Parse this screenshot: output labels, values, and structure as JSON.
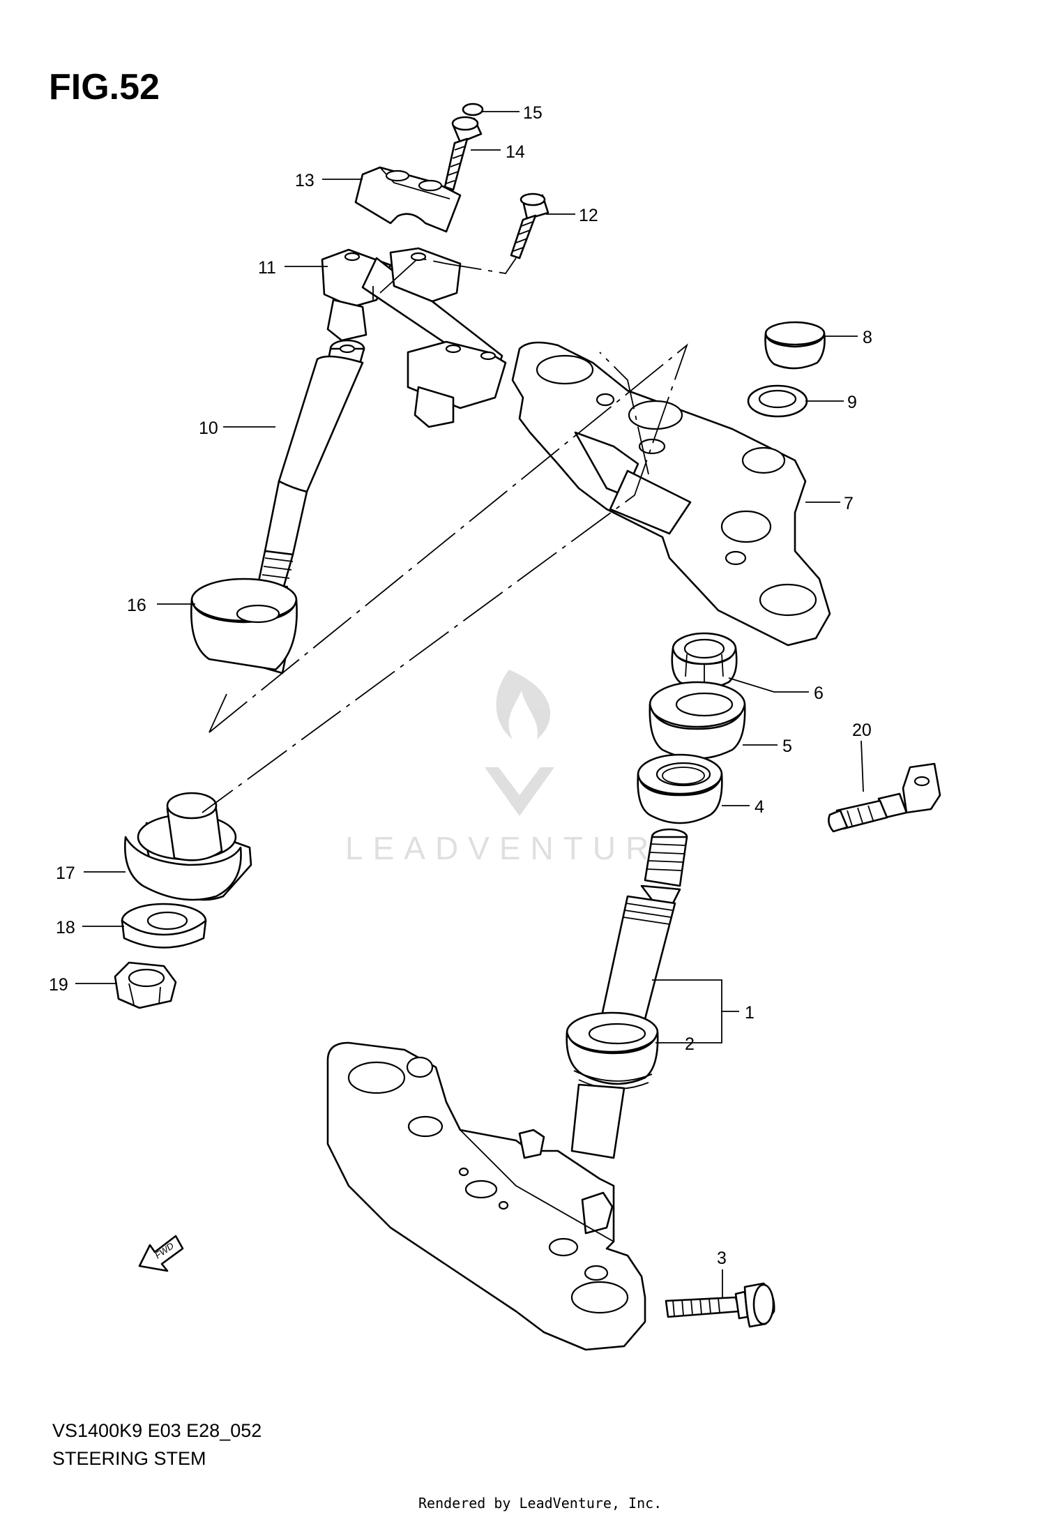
{
  "figure": {
    "title": "FIG.52",
    "model_code": "VS1400K9 E03 E28_052",
    "caption": "STEERING STEM",
    "credit": "Rendered by LeadVenture, Inc.",
    "watermark": "LEADVENTURE",
    "fwd_label": "FWD"
  },
  "callouts": {
    "c1": "1",
    "c2": "2",
    "c3": "3",
    "c4": "4",
    "c5": "5",
    "c6": "6",
    "c7": "7",
    "c8": "8",
    "c9": "9",
    "c10": "10",
    "c11": "11",
    "c12": "12",
    "c13": "13",
    "c14": "14",
    "c15": "15",
    "c16": "16",
    "c17": "17",
    "c18": "18",
    "c19": "19",
    "c20": "20"
  }
}
